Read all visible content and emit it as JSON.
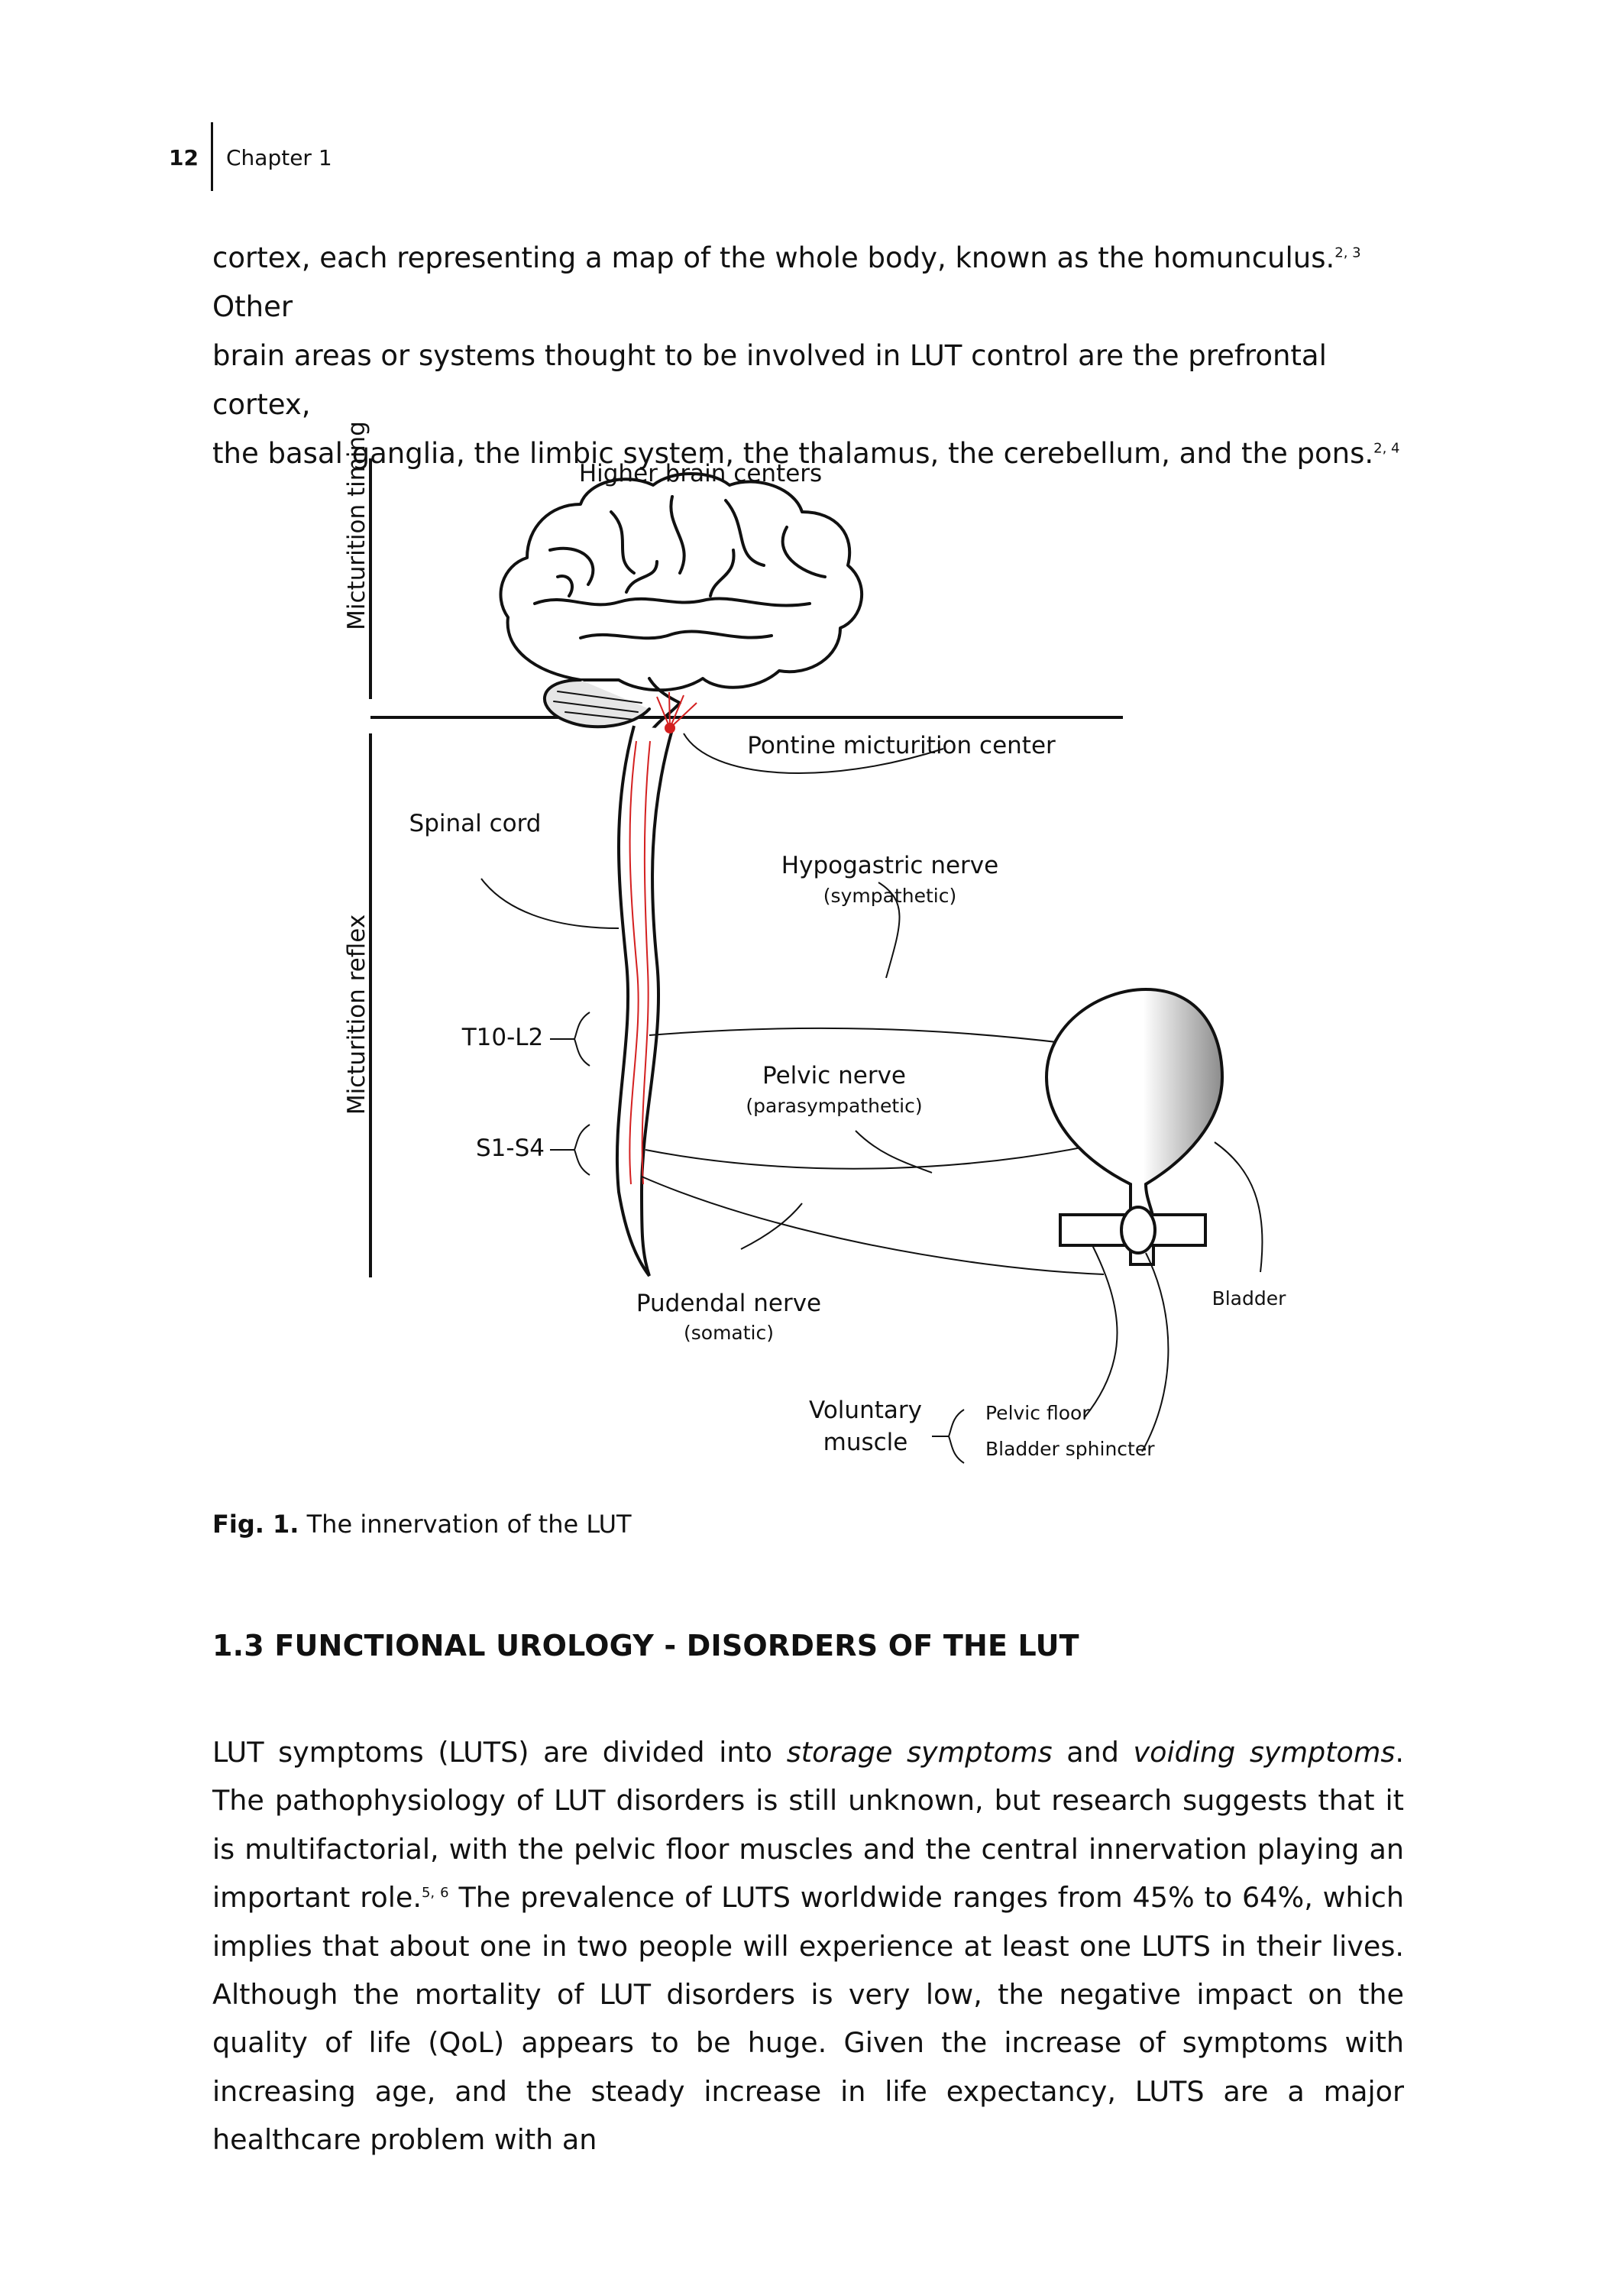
{
  "header": {
    "page_number": "12",
    "chapter": "Chapter 1"
  },
  "intro": {
    "line1": "cortex, each representing a map of the whole body, known as the homunculus.",
    "ref1": "2, 3",
    "line1_end": "Other",
    "line2": "brain areas or systems thought to be involved in LUT control are the prefrontal cortex,",
    "line3": "the basal ganglia, the limbic system, the thalamus, the cerebellum, and the pons.",
    "ref2": "2, 4"
  },
  "figure": {
    "labels": {
      "micturition_timing": "Micturition timing",
      "micturition_reflex": "Micturition reflex",
      "higher_brain_centers": "Higher brain centers",
      "pontine_center": "Pontine micturition center",
      "spinal_cord": "Spinal cord",
      "hypogastric_nerve": "Hypogastric nerve",
      "hypogastric_type": "(sympathetic)",
      "t10_l2": "T10-L2",
      "pelvic_nerve": "Pelvic nerve",
      "pelvic_type": "(parasympathetic)",
      "s1_s4": "S1-S4",
      "pudendal_nerve": "Pudendal nerve",
      "pudendal_type": "(somatic)",
      "bladder": "Bladder",
      "voluntary": "Voluntary",
      "muscle": "muscle",
      "pelvic_floor": "Pelvic floor",
      "bladder_sphincter": "Bladder sphincter"
    },
    "colors": {
      "nerve_accent": "#d42020",
      "line": "#111111",
      "bladder_shade": "#9a9a9a"
    }
  },
  "caption": {
    "prefix": "Fig. 1.",
    "text": "The innervation of the LUT"
  },
  "section": {
    "heading": "1.3 FUNCTIONAL UROLOGY - DISORDERS OF THE LUT"
  },
  "paragraph": {
    "p1": "LUT symptoms (LUTS) are divided into",
    "em1": "storage symptoms",
    "p2": "and",
    "em2": "voiding symptoms",
    "p3": ". The pathophysiology of LUT disorders is still unknown, but research suggests that it is multifactorial, with the pelvic floor muscles and the central innervation playing an important role.",
    "ref": "5, 6",
    "p4": "The prevalence of LUTS worldwide ranges from 45% to 64%, which implies that about one in two people will experience at least one LUTS in their lives. Although the mortality of LUT disorders is very low, the negative impact on the quality of life (QoL) appears to be huge. Given the increase of symptoms with increasing age, and the steady increase in life expectancy, LUTS are a major healthcare problem with an"
  }
}
